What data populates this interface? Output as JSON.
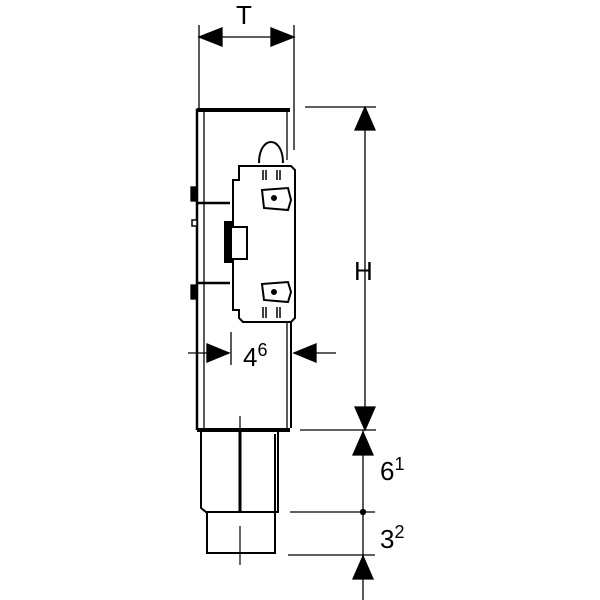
{
  "dimensions": {
    "depth_label": "T",
    "height_label": "H",
    "gap": {
      "base": "4",
      "sup": "6"
    },
    "spigot_length": {
      "base": "6",
      "sup": "1"
    },
    "spigot_end": {
      "base": "3",
      "sup": "2"
    }
  },
  "colors": {
    "line": "#000000",
    "background": "#ffffff"
  }
}
